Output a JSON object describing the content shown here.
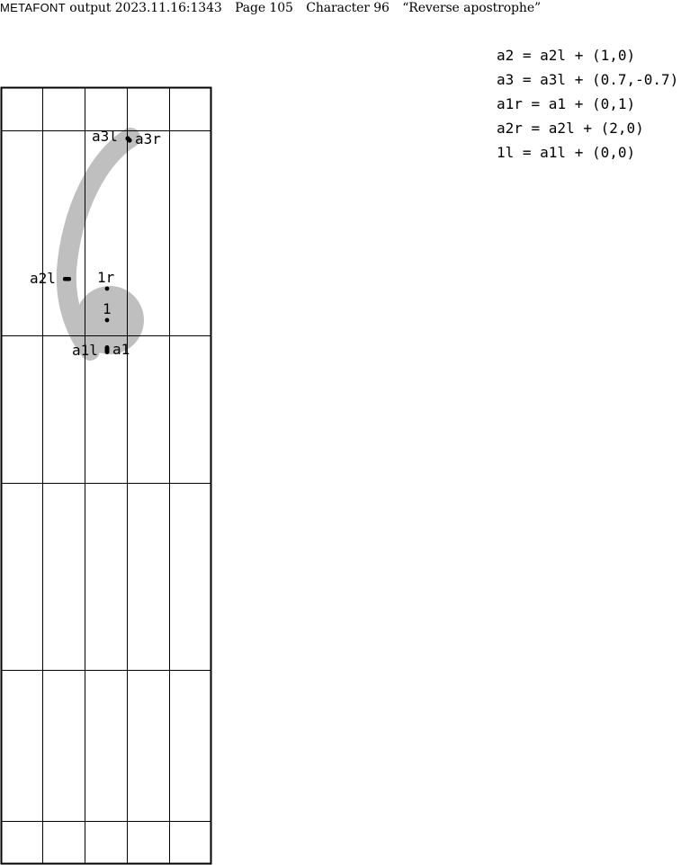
{
  "header": {
    "program": "METAFONT",
    "run": "output 2023.11.16:1343",
    "page": "Page 105",
    "character": "Character 96",
    "name": "“Reverse apostrophe”"
  },
  "equations": [
    "a2 = a2l + (1,0)",
    "a3 = a3l + (0.7,-0.7)",
    "a1r = a1 + (0,1)",
    "a2r = a2l + (2,0)",
    "1l = a1l + (0,0)"
  ],
  "points": {
    "a3l": "a3l",
    "a3r": "a3r",
    "a2l": "a2l",
    "1r": "1r",
    "1": "1",
    "a1l": "a1l",
    "a1": "a1"
  },
  "colors": {
    "ink": "#000000",
    "glyph_fill": "#bfbfbf",
    "background": "#ffffff"
  }
}
